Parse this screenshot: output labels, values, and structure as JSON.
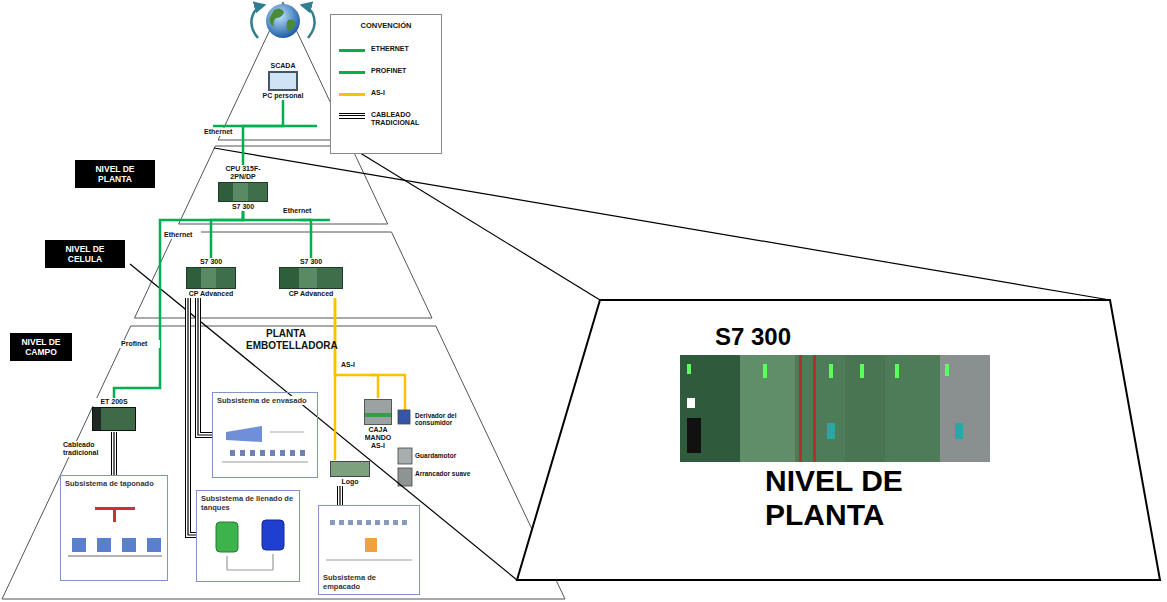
{
  "diagram": {
    "nodes": [
      {
        "text": [
          "SCADA",
          "PC personal"
        ]
      },
      {
        "text": [
          "NIVEL DE PLANTA"
        ]
      },
      {
        "text": [
          "CPU 315F-2PN/DP",
          "S7 300"
        ]
      },
      {
        "text": [
          "NIVEL DE CELULA"
        ]
      },
      {
        "text": [
          "S7 300",
          "CP Advanced"
        ]
      },
      {
        "text": [
          "S7 300",
          "CP Advanced"
        ]
      },
      {
        "text": [
          "NIVEL DE CAMPO"
        ]
      },
      {
        "text": [
          "ET 200S"
        ]
      },
      {
        "text": [
          "CAJA MANDO AS-I"
        ]
      },
      {
        "text": [
          "Logo"
        ]
      },
      {
        "text": [
          "Subsistema de envasado"
        ]
      },
      {
        "text": [
          "Subsistema de taponado"
        ]
      },
      {
        "text": [
          "Subsistema de llenado de tanques"
        ]
      },
      {
        "text": [
          "Subsistema de empacado"
        ]
      },
      {
        "text": [
          "S7 300",
          "NIVEL DE PLANTA"
        ]
      }
    ],
    "edges": [
      {
        "from": 0,
        "to": 2,
        "arrow": "none",
        "label": "Ethernet"
      },
      {
        "from": 2,
        "to": 4,
        "arrow": "none",
        "label": "Ethernet"
      },
      {
        "from": 2,
        "to": 5,
        "arrow": "none",
        "label": "Ethernet"
      },
      {
        "from": 2,
        "to": 7,
        "arrow": "none",
        "label": "Profinet"
      },
      {
        "from": 7,
        "to": 11,
        "arrow": "none",
        "label": "Cableado tradicional"
      },
      {
        "from": 4,
        "to": 10,
        "arrow": "none"
      },
      {
        "from": 4,
        "to": 12,
        "arrow": "none"
      },
      {
        "from": 5,
        "to": 8,
        "arrow": "none",
        "label": "AS-I"
      },
      {
        "from": 5,
        "to": 9,
        "arrow": "none"
      },
      {
        "from": 9,
        "to": 13,
        "arrow": "none"
      }
    ],
    "labels": [
      "CONVENCIÓN",
      "PLANTA EMBOTELLADORA",
      "Derivador del consumidor",
      "Guardamotor",
      "Arrancador suave"
    ],
    "legend": [
      {
        "text": "ETHERNET",
        "color": "#00b050"
      },
      {
        "text": "PROFINET",
        "color": "#00b050"
      },
      {
        "text": "AS-I",
        "color": "#ffc000"
      },
      {
        "text": "CABLEADO TRADICIONAL"
      }
    ]
  }
}
